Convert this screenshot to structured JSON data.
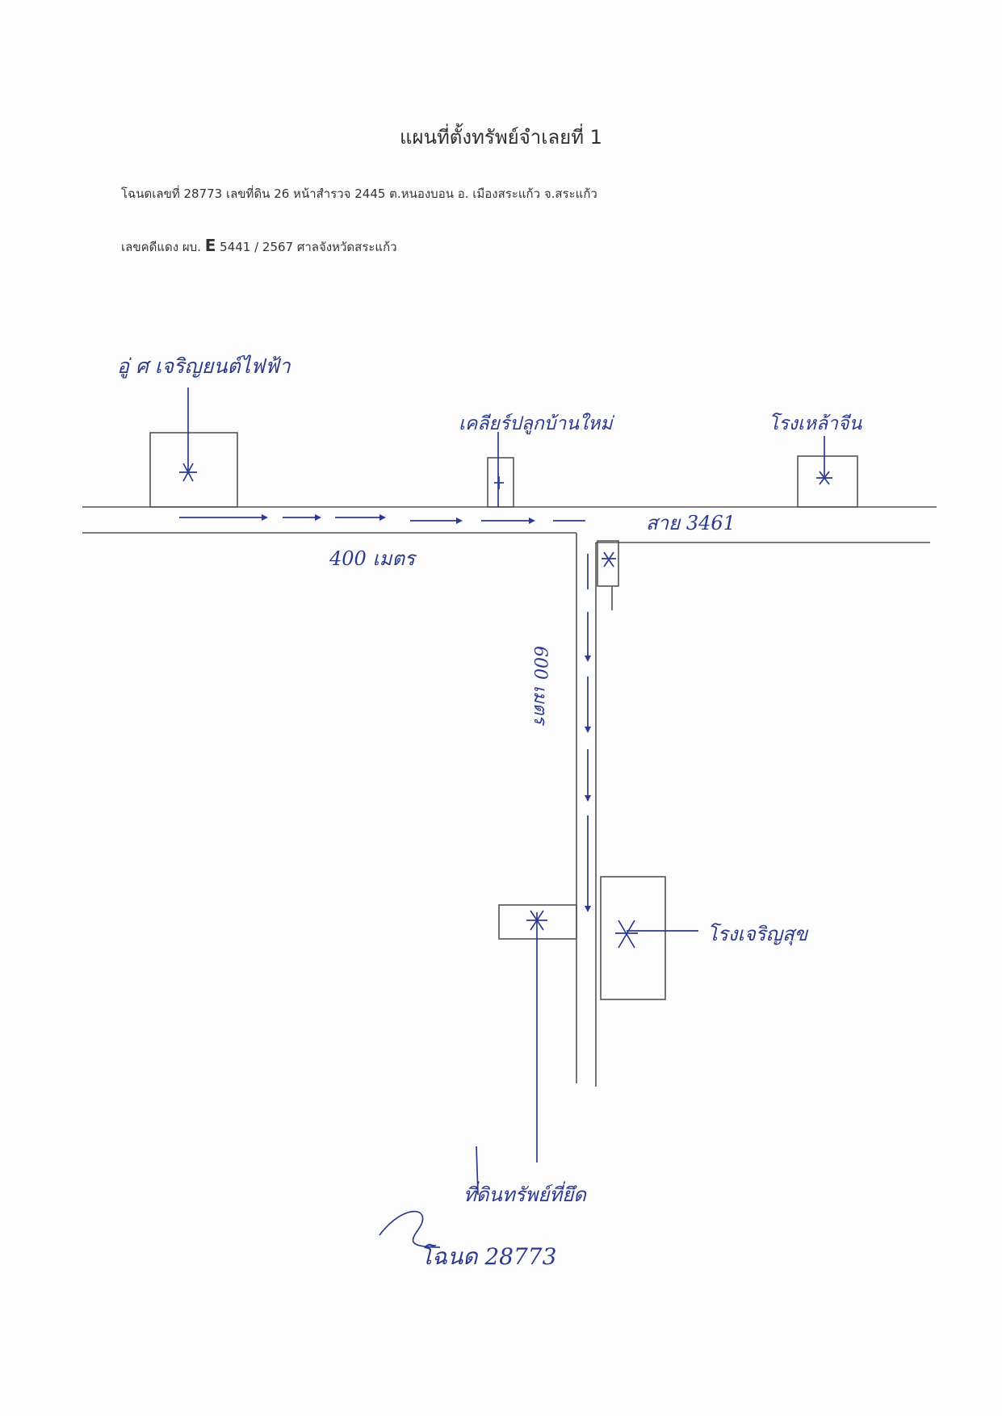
{
  "document": {
    "title": "แผนที่ตั้งทรัพย์จำเลยที่ 1",
    "line1": "โฉนดเลขที่ 28773 เลขที่ดิน 26 หน้าสำรวจ 2445  ต.หนองบอน อ. เมืองสระแก้ว  จ.สระแก้ว",
    "line2_prefix": "เลขคดีแดง ผบ.",
    "line2_e": "E",
    "line2_suffix": " 5441 / 2567  ศาลจังหวัดสระแก้ว"
  },
  "map": {
    "ink_color": "#2b3a8c",
    "pencil_color": "#555555",
    "handwritten": {
      "label_top_left": "อู่ ศ เจริญยนต์ไฟฟ้า",
      "label_top_center": "เคลียร์ปลูกบ้านใหม่",
      "label_top_right": "โรงเหล้าจีน",
      "road_label": "สาย 3461",
      "distance_horizontal": "400 เมตร",
      "distance_vertical": "600 เมตร",
      "label_right": "โรงเจริญสุข",
      "label_bottom": "ที่ดินทรัพย์ที่ยึด",
      "deed_label": "โฉนด 28773"
    }
  }
}
